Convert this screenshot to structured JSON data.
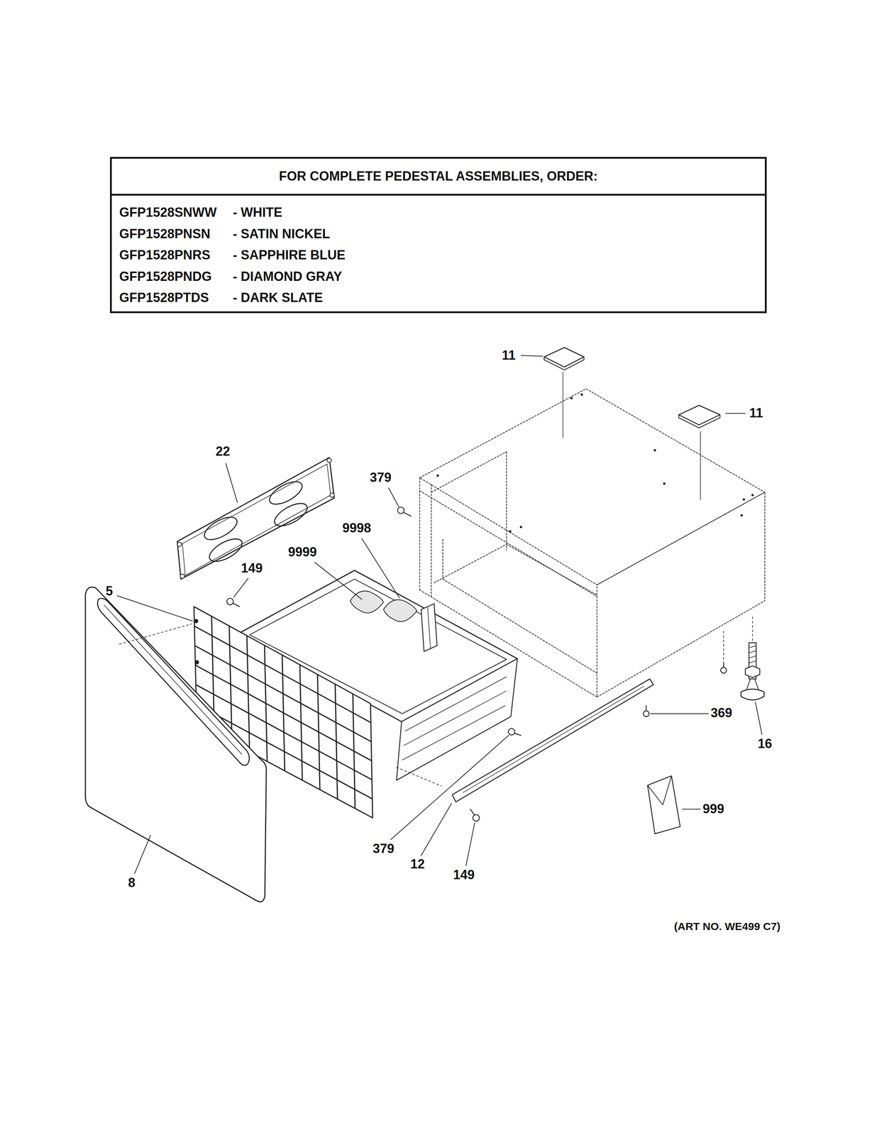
{
  "diagram": {
    "nodes": [
      {
        "text": [
          "FOR COMPLETE PEDESTAL ASSEMBLIES, ORDER:",
          "GFP1528SNWW",
          "- WHITE",
          "GFP1528PNSN",
          "- SATIN NICKEL",
          "GFP1528PNRS",
          "- SAPPHIRE BLUE",
          "GFP1528PNDG",
          "- DIAMOND GRAY",
          "GFP1528PTDS",
          "- DARK SLATE"
        ]
      }
    ],
    "labels": [
      "11",
      "11",
      "22",
      "379",
      "9998",
      "149",
      "9999",
      "5",
      "369",
      "16",
      "999",
      "379",
      "12",
      "149",
      "8",
      "(ART NO. WE499 C7)"
    ]
  }
}
